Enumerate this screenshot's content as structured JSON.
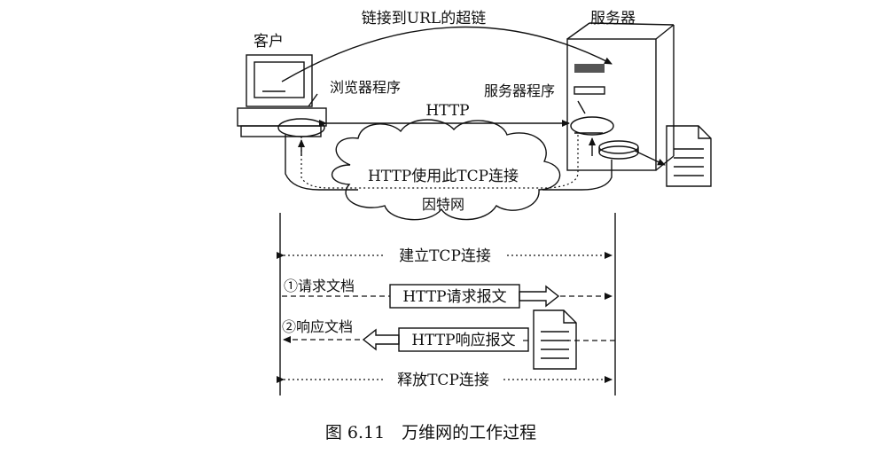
{
  "labels": {
    "hyperlink": "链接到URL的超链",
    "client": "客户",
    "server": "服务器",
    "browser_program": "浏览器程序",
    "server_program": "服务器程序",
    "http": "HTTP",
    "tcp_use": "HTTP使用此TCP连接",
    "internet": "因特网",
    "establish_tcp": "建立TCP连接",
    "request_doc": "①请求文档",
    "request_msg": "HTTP请求报文",
    "response_doc": "②响应文档",
    "response_msg": "HTTP响应报文",
    "release_tcp": "释放TCP连接"
  },
  "caption": "图 6.11　万维网的工作过程"
}
